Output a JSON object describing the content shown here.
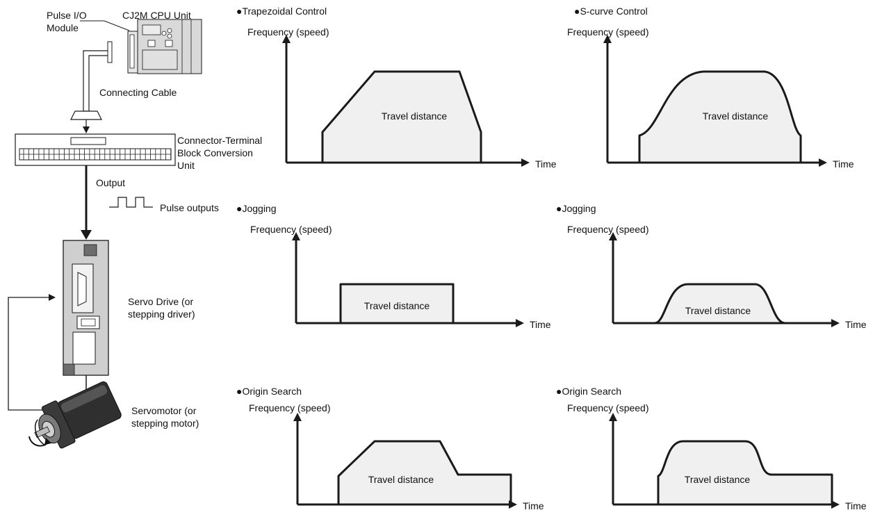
{
  "left": {
    "pulse_io_module": [
      "Pulse I/O",
      "Module"
    ],
    "cpu_unit": "CJ2M CPU Unit",
    "connecting_cable": "Connecting Cable",
    "conversion_unit": [
      "Connector-Terminal",
      "Block Conversion",
      "Unit"
    ],
    "output": "Output",
    "pulse_outputs": "Pulse outputs",
    "servo_drive": [
      "Servo Drive (or",
      "stepping driver)"
    ],
    "servomotor": [
      "Servomotor (or",
      "stepping motor)"
    ]
  },
  "charts": [
    {
      "title": "●Trapezoidal Control",
      "ylabel": "Frequency (speed)",
      "xlabel": "Time",
      "area_label": "Travel distance",
      "profile": "trapezoid"
    },
    {
      "title": "●S-curve Control",
      "ylabel": "Frequency (speed)",
      "xlabel": "Time",
      "area_label": "Travel distance",
      "profile": "s-curve"
    },
    {
      "title": "●Jogging",
      "ylabel": "Frequency (speed)",
      "xlabel": "Time",
      "area_label": "Travel distance",
      "profile": "rectangle"
    },
    {
      "title": "●Jogging",
      "ylabel": "Frequency (speed)",
      "xlabel": "Time",
      "area_label": "Travel distance",
      "profile": "smooth-rectangle"
    },
    {
      "title": "●Origin Search",
      "ylabel": "Frequency (speed)",
      "xlabel": "Time",
      "area_label": "Travel distance",
      "profile": "trapezoid-step"
    },
    {
      "title": "●Origin Search",
      "ylabel": "Frequency (speed)",
      "xlabel": "Time",
      "area_label": "Travel distance",
      "profile": "s-curve-step"
    }
  ],
  "colors": {
    "fill": "#f0f0f0",
    "stroke": "#1a1a1a",
    "device": "#cfcfcf"
  }
}
